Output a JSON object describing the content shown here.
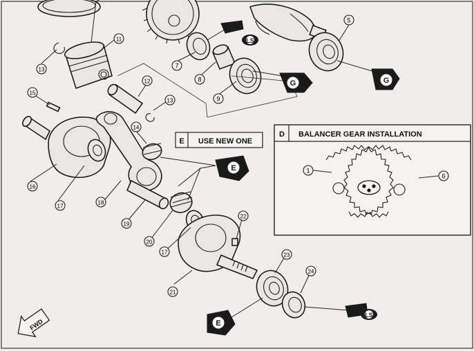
{
  "callouts": {
    "c1": "1",
    "c5": "5",
    "c6": "6",
    "c7": "7",
    "c8": "8",
    "c9": "9",
    "c11": "11",
    "c12": "12",
    "c13a": "13",
    "c13b": "13",
    "c14": "14",
    "c15": "15",
    "c16": "16",
    "c17a": "17",
    "c17b": "17",
    "c18": "18",
    "c19": "19",
    "c20": "20",
    "c21": "21",
    "c22": "22",
    "c23": "23",
    "c24": "24"
  },
  "lube": {
    "g1": "G",
    "g2": "G",
    "e1": "E",
    "e2": "E",
    "ls1": "LS",
    "ls2": "LS"
  },
  "box_e": {
    "key": "E",
    "text": "USE NEW ONE"
  },
  "box_d": {
    "key": "D",
    "title": "BALANCER GEAR INSTALLATION"
  },
  "fwd": "FWD"
}
